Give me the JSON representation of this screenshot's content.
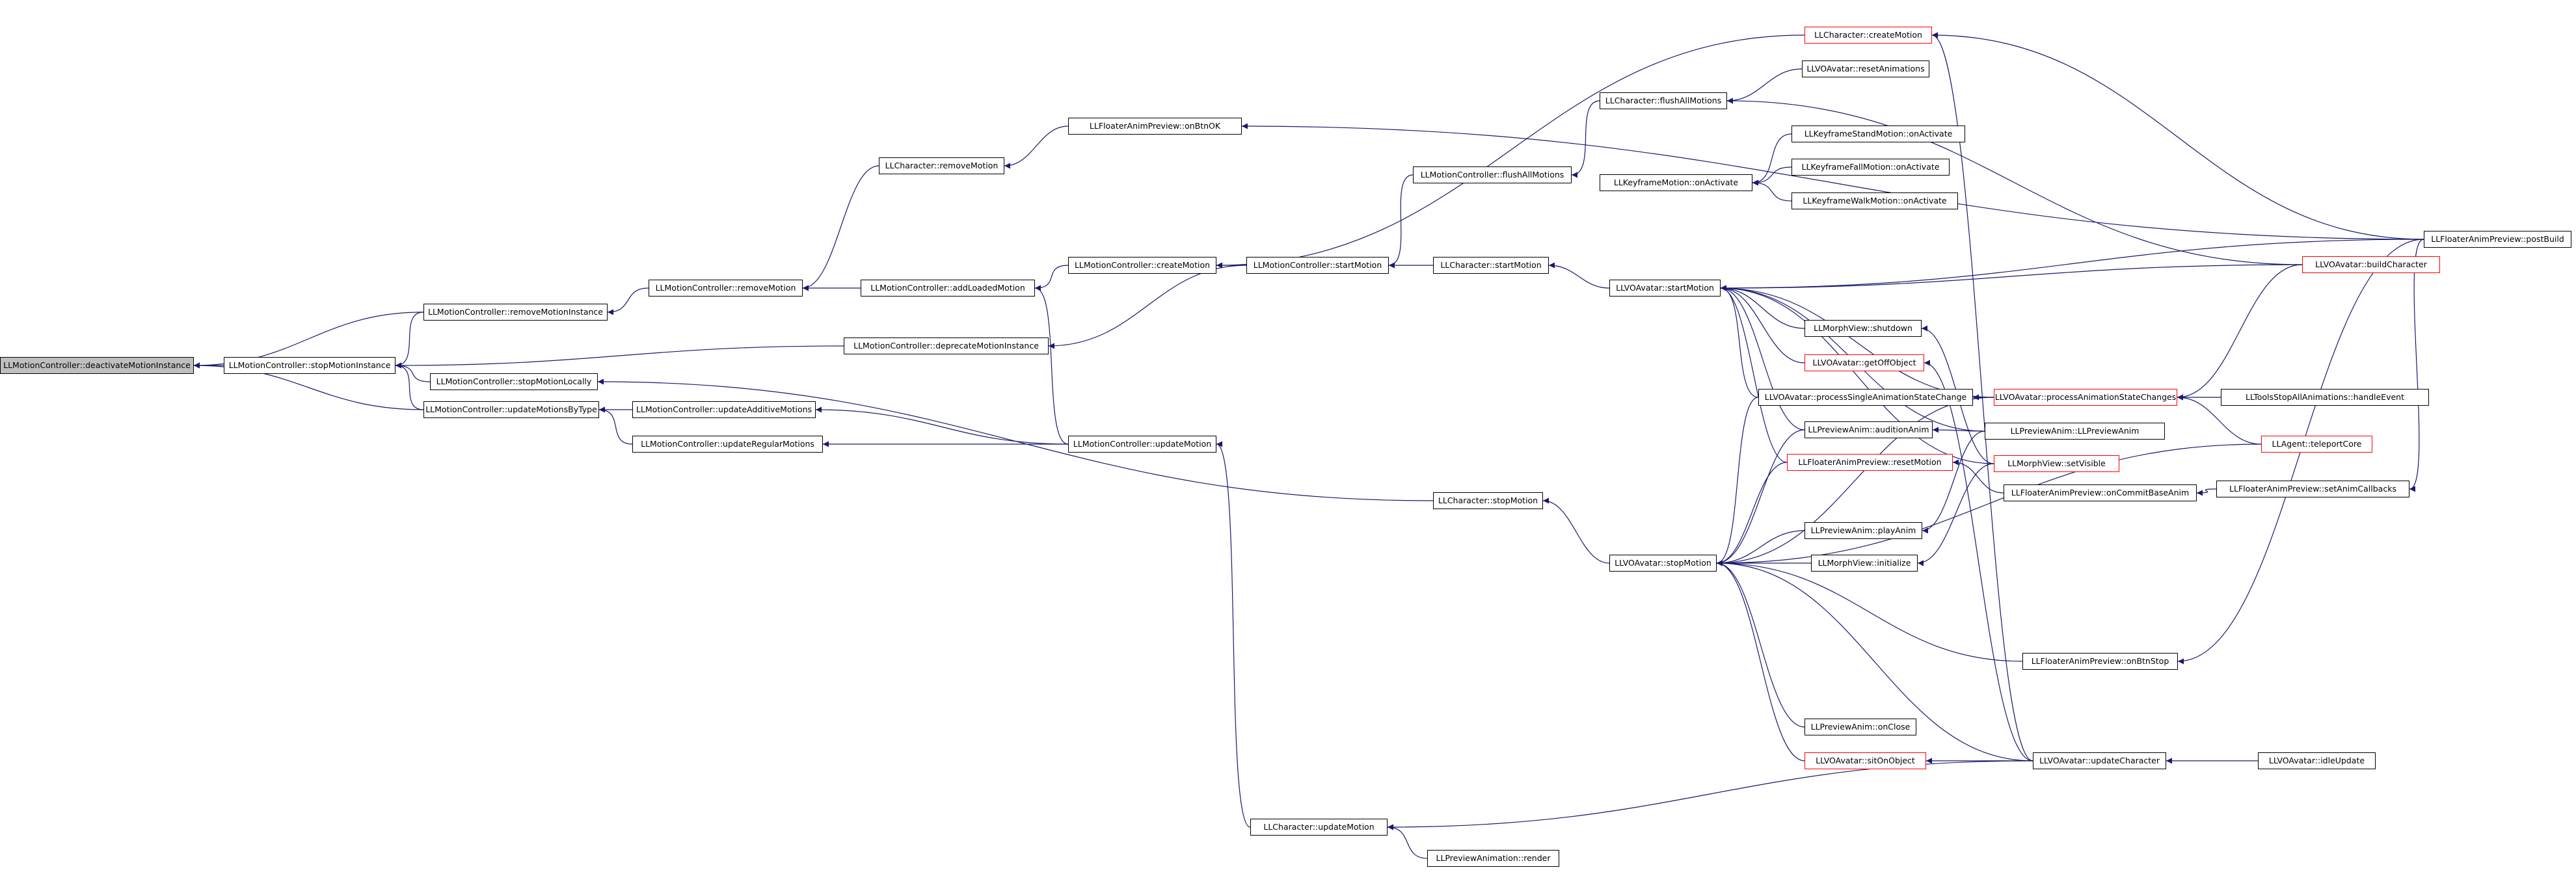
{
  "colors": {
    "edge": "#191970",
    "node_border": "#000000",
    "node_border_incomplete": "#ff0000",
    "root_fill": "#bfbfbf",
    "background": "#ffffff"
  },
  "nodes": [
    {
      "id": "root",
      "label": "LLMotionController::deactivateMotionInstance",
      "style": "root"
    },
    {
      "id": "stopMI",
      "label": "LLMotionController::stopMotionInstance",
      "style": "normal"
    },
    {
      "id": "removeMI",
      "label": "LLMotionController::removeMotionInstance",
      "style": "normal"
    },
    {
      "id": "stopML",
      "label": "LLMotionController::stopMotionLocally",
      "style": "normal"
    },
    {
      "id": "updByType",
      "label": "LLMotionController::updateMotionsByType",
      "style": "normal"
    },
    {
      "id": "removeM",
      "label": "LLMotionController::removeMotion",
      "style": "normal"
    },
    {
      "id": "updAdd",
      "label": "LLMotionController::updateAdditiveMotions",
      "style": "normal"
    },
    {
      "id": "updReg",
      "label": "LLMotionController::updateRegularMotions",
      "style": "normal"
    },
    {
      "id": "charRemove",
      "label": "LLCharacter::removeMotion",
      "style": "normal"
    },
    {
      "id": "addLoaded",
      "label": "LLMotionController::addLoadedMotion",
      "style": "normal"
    },
    {
      "id": "deprecate",
      "label": "LLMotionController::deprecateMotionInstance",
      "style": "normal"
    },
    {
      "id": "fapOnBtnOK",
      "label": "LLFloaterAnimPreview::onBtnOK",
      "style": "normal"
    },
    {
      "id": "mcCreate",
      "label": "LLMotionController::createMotion",
      "style": "normal"
    },
    {
      "id": "mcUpdate",
      "label": "LLMotionController::updateMotion",
      "style": "normal"
    },
    {
      "id": "mcFlush",
      "label": "LLMotionController::flushAllMotions",
      "style": "normal"
    },
    {
      "id": "mcStart",
      "label": "LLMotionController::startMotion",
      "style": "normal"
    },
    {
      "id": "charUpdate",
      "label": "LLCharacter::updateMotion",
      "style": "normal"
    },
    {
      "id": "prevRender",
      "label": "LLPreviewAnimation::render",
      "style": "normal"
    },
    {
      "id": "charCreate",
      "label": "LLCharacter::createMotion",
      "style": "red"
    },
    {
      "id": "charFlush",
      "label": "LLCharacter::flushAllMotions",
      "style": "normal"
    },
    {
      "id": "kmOnActivate",
      "label": "LLKeyframeMotion::onActivate",
      "style": "normal"
    },
    {
      "id": "charStart",
      "label": "LLCharacter::startMotion",
      "style": "normal"
    },
    {
      "id": "charStop",
      "label": "LLCharacter::stopMotion",
      "style": "normal"
    },
    {
      "id": "voStart",
      "label": "LLVOAvatar::startMotion",
      "style": "normal"
    },
    {
      "id": "voStop",
      "label": "LLVOAvatar::stopMotion",
      "style": "normal"
    },
    {
      "id": "voReset",
      "label": "LLVOAvatar::resetAnimations",
      "style": "normal"
    },
    {
      "id": "kmsOnAct",
      "label": "LLKeyframeStandMotion::onActivate",
      "style": "normal"
    },
    {
      "id": "kmfOnAct",
      "label": "LLKeyframeFallMotion::onActivate",
      "style": "normal"
    },
    {
      "id": "kmwOnAct",
      "label": "LLKeyframeWalkMotion::onActivate",
      "style": "normal"
    },
    {
      "id": "mvShutdown",
      "label": "LLMorphView::shutdown",
      "style": "normal"
    },
    {
      "id": "voGetOff",
      "label": "LLVOAvatar::getOffObject",
      "style": "red"
    },
    {
      "id": "voProcSingle",
      "label": "LLVOAvatar::processSingleAnimationStateChange",
      "style": "normal"
    },
    {
      "id": "paAudition",
      "label": "LLPreviewAnim::auditionAnim",
      "style": "normal"
    },
    {
      "id": "fapReset",
      "label": "LLFloaterAnimPreview::resetMotion",
      "style": "red"
    },
    {
      "id": "paPlay",
      "label": "LLPreviewAnim::playAnim",
      "style": "normal"
    },
    {
      "id": "mvInit",
      "label": "LLMorphView::initialize",
      "style": "normal"
    },
    {
      "id": "paOnClose",
      "label": "LLPreviewAnim::onClose",
      "style": "normal"
    },
    {
      "id": "voSitOn",
      "label": "LLVOAvatar::sitOnObject",
      "style": "red"
    },
    {
      "id": "voProcChanges",
      "label": "LLVOAvatar::processAnimationStateChanges",
      "style": "red"
    },
    {
      "id": "paCtor",
      "label": "LLPreviewAnim::LLPreviewAnim",
      "style": "normal"
    },
    {
      "id": "mvSetVisible",
      "label": "LLMorphView::setVisible",
      "style": "red"
    },
    {
      "id": "fapOnCommit",
      "label": "LLFloaterAnimPreview::onCommitBaseAnim",
      "style": "normal"
    },
    {
      "id": "fapOnBtnStop",
      "label": "LLFloaterAnimPreview::onBtnStop",
      "style": "normal"
    },
    {
      "id": "voUpdChar",
      "label": "LLVOAvatar::updateCharacter",
      "style": "normal"
    },
    {
      "id": "voBuildChar",
      "label": "LLVOAvatar::buildCharacter",
      "style": "red"
    },
    {
      "id": "toolsStop",
      "label": "LLToolsStopAllAnimations::handleEvent",
      "style": "normal"
    },
    {
      "id": "agentTeleport",
      "label": "LLAgent::teleportCore",
      "style": "red"
    },
    {
      "id": "fapSetCallbacks",
      "label": "LLFloaterAnimPreview::setAnimCallbacks",
      "style": "normal"
    },
    {
      "id": "voIdle",
      "label": "LLVOAvatar::idleUpdate",
      "style": "normal"
    },
    {
      "id": "fapPostBuild",
      "label": "LLFloaterAnimPreview::postBuild",
      "style": "normal"
    }
  ],
  "edges": [
    [
      "stopMI",
      "root"
    ],
    [
      "removeMI",
      "root"
    ],
    [
      "updByType",
      "root"
    ],
    [
      "removeMI",
      "stopMI"
    ],
    [
      "stopML",
      "stopMI"
    ],
    [
      "updByType",
      "stopMI"
    ],
    [
      "deprecate",
      "stopMI"
    ],
    [
      "removeM",
      "removeMI"
    ],
    [
      "charRemove",
      "removeM"
    ],
    [
      "addLoaded",
      "removeM"
    ],
    [
      "fapOnBtnOK",
      "charRemove"
    ],
    [
      "mcCreate",
      "addLoaded"
    ],
    [
      "mcUpdate",
      "addLoaded"
    ],
    [
      "charCreate",
      "mcCreate"
    ],
    [
      "mcStart",
      "mcCreate"
    ],
    [
      "fapPostBuild",
      "fapOnBtnOK"
    ],
    [
      "mcStart",
      "deprecate"
    ],
    [
      "updAdd",
      "updByType"
    ],
    [
      "updReg",
      "updByType"
    ],
    [
      "mcUpdate",
      "updAdd"
    ],
    [
      "mcUpdate",
      "updReg"
    ],
    [
      "charStop",
      "stopML"
    ],
    [
      "charUpdate",
      "mcUpdate"
    ],
    [
      "prevRender",
      "charUpdate"
    ],
    [
      "voUpdChar",
      "charUpdate"
    ],
    [
      "charFlush",
      "mcFlush"
    ],
    [
      "mcFlush",
      "mcStart"
    ],
    [
      "charStart",
      "mcStart"
    ],
    [
      "voReset",
      "charFlush"
    ],
    [
      "voBuildChar",
      "charFlush"
    ],
    [
      "voStart",
      "charStart"
    ],
    [
      "voStop",
      "charStop"
    ],
    [
      "fapPostBuild",
      "charCreate"
    ],
    [
      "voUpdChar",
      "charCreate"
    ],
    [
      "kmsOnAct",
      "kmOnActivate"
    ],
    [
      "kmfOnAct",
      "kmOnActivate"
    ],
    [
      "kmwOnAct",
      "kmOnActivate"
    ],
    [
      "fapPostBuild",
      "voStart"
    ],
    [
      "voBuildChar",
      "voStart"
    ],
    [
      "mvShutdown",
      "voStart"
    ],
    [
      "voGetOff",
      "voStart"
    ],
    [
      "voProcSingle",
      "voStart"
    ],
    [
      "paAudition",
      "voStart"
    ],
    [
      "fapReset",
      "voStart"
    ],
    [
      "voProcChanges",
      "voStart"
    ],
    [
      "paCtor",
      "voStart"
    ],
    [
      "mvSetVisible",
      "voStart"
    ],
    [
      "voProcSingle",
      "voStop"
    ],
    [
      "paAudition",
      "voStop"
    ],
    [
      "fapReset",
      "voStop"
    ],
    [
      "paPlay",
      "voStop"
    ],
    [
      "mvInit",
      "voStop"
    ],
    [
      "paOnClose",
      "voStop"
    ],
    [
      "voSitOn",
      "voStop"
    ],
    [
      "voUpdChar",
      "voStop"
    ],
    [
      "fapOnBtnStop",
      "voStop"
    ],
    [
      "agentTeleport",
      "voStop"
    ],
    [
      "voProcChanges",
      "voStop"
    ],
    [
      "voProcChanges",
      "voProcSingle"
    ],
    [
      "paCtor",
      "paAudition"
    ],
    [
      "fapOnCommit",
      "fapReset"
    ],
    [
      "paCtor",
      "paPlay"
    ],
    [
      "mvSetVisible",
      "mvInit"
    ],
    [
      "mvSetVisible",
      "mvShutdown"
    ],
    [
      "voUpdChar",
      "voSitOn"
    ],
    [
      "voUpdChar",
      "voGetOff"
    ],
    [
      "voBuildChar",
      "voProcChanges"
    ],
    [
      "toolsStop",
      "voProcChanges"
    ],
    [
      "agentTeleport",
      "voProcChanges"
    ],
    [
      "fapSetCallbacks",
      "fapOnCommit"
    ],
    [
      "fapPostBuild",
      "fapSetCallbacks"
    ],
    [
      "fapPostBuild",
      "fapOnBtnStop"
    ],
    [
      "voIdle",
      "voUpdChar"
    ]
  ]
}
